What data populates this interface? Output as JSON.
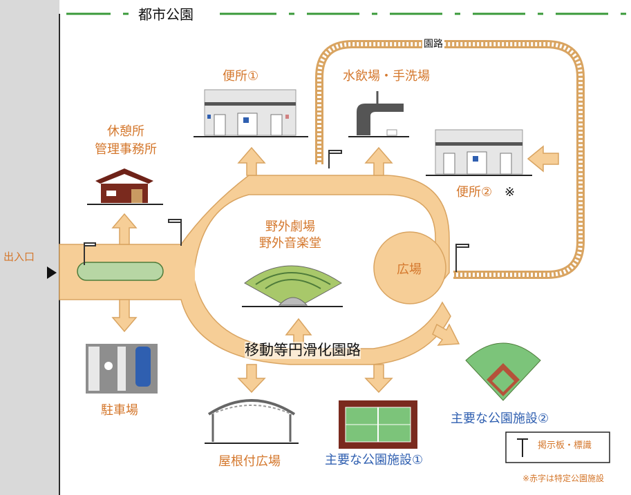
{
  "title": "都市公園",
  "entrance": "出入口",
  "path_label": "園路",
  "accessible_route": "移動等円滑化園路",
  "facilities": {
    "rest": "休憩所",
    "office": "管理事務所",
    "toilet1": "便所①",
    "fountain": "水飲場・手洗場",
    "toilet2": "便所②",
    "toilet2_mark": "※",
    "theater1": "野外劇場",
    "theater2": "野外音楽堂",
    "plaza": "広場",
    "parking": "駐車場",
    "roofed_plaza": "屋根付広場",
    "main1": "主要な公園施設①",
    "main2": "主要な公園施設②"
  },
  "legend": {
    "signboard": "掲示板・標識"
  },
  "note": "※赤字は特定公園施設",
  "colors": {
    "path": "#f6ce97",
    "path_stroke": "#d9a461",
    "green_line": "#3a9a3a",
    "orange_text": "#d4772c",
    "blue_text": "#2f5fb0",
    "wall": "#d9d9d9"
  }
}
